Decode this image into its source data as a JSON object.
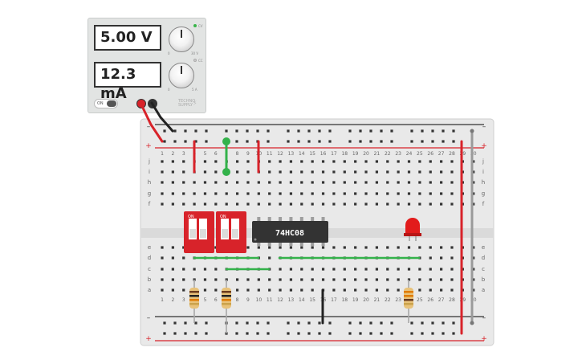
{
  "power_supply": {
    "voltage_display": "5.00 V",
    "current_display": "12.3 mA",
    "switch_label": "ON",
    "brand_text_line1": "TECHNO",
    "brand_text_line2": "SUPPLY",
    "voltage_min": "0",
    "voltage_max": "30 V",
    "current_min": "0",
    "current_max": "5 A",
    "cc_label": "CC",
    "cv_label": "CV"
  },
  "breadboard": {
    "column_numbers": [
      "1",
      "2",
      "3",
      "4",
      "5",
      "6",
      "7",
      "8",
      "9",
      "10",
      "11",
      "12",
      "13",
      "14",
      "15",
      "16",
      "17",
      "18",
      "19",
      "20",
      "21",
      "22",
      "23",
      "24",
      "25",
      "26",
      "27",
      "28",
      "29",
      "30"
    ],
    "top_row_letters": [
      "j",
      "i",
      "h",
      "g",
      "f"
    ],
    "bottom_row_letters": [
      "e",
      "d",
      "c",
      "b",
      "a"
    ],
    "rail_plus": "+",
    "rail_minus": "–"
  },
  "components": {
    "ic_label": "74HC08",
    "dip_switch_1_label": "ON",
    "dip_switch_2_label": "ON"
  },
  "colors": {
    "red_wire": "#d8232a",
    "black_wire": "#222222",
    "green_wire": "#33b24a",
    "gray_wire": "#9a9a9a",
    "breadboard": "#e9e9e9",
    "rail_red": "#d8232a",
    "rail_black": "#333333",
    "dip_switch": "#d8232a",
    "ic_body": "#333333",
    "led": "#e21b1b"
  }
}
